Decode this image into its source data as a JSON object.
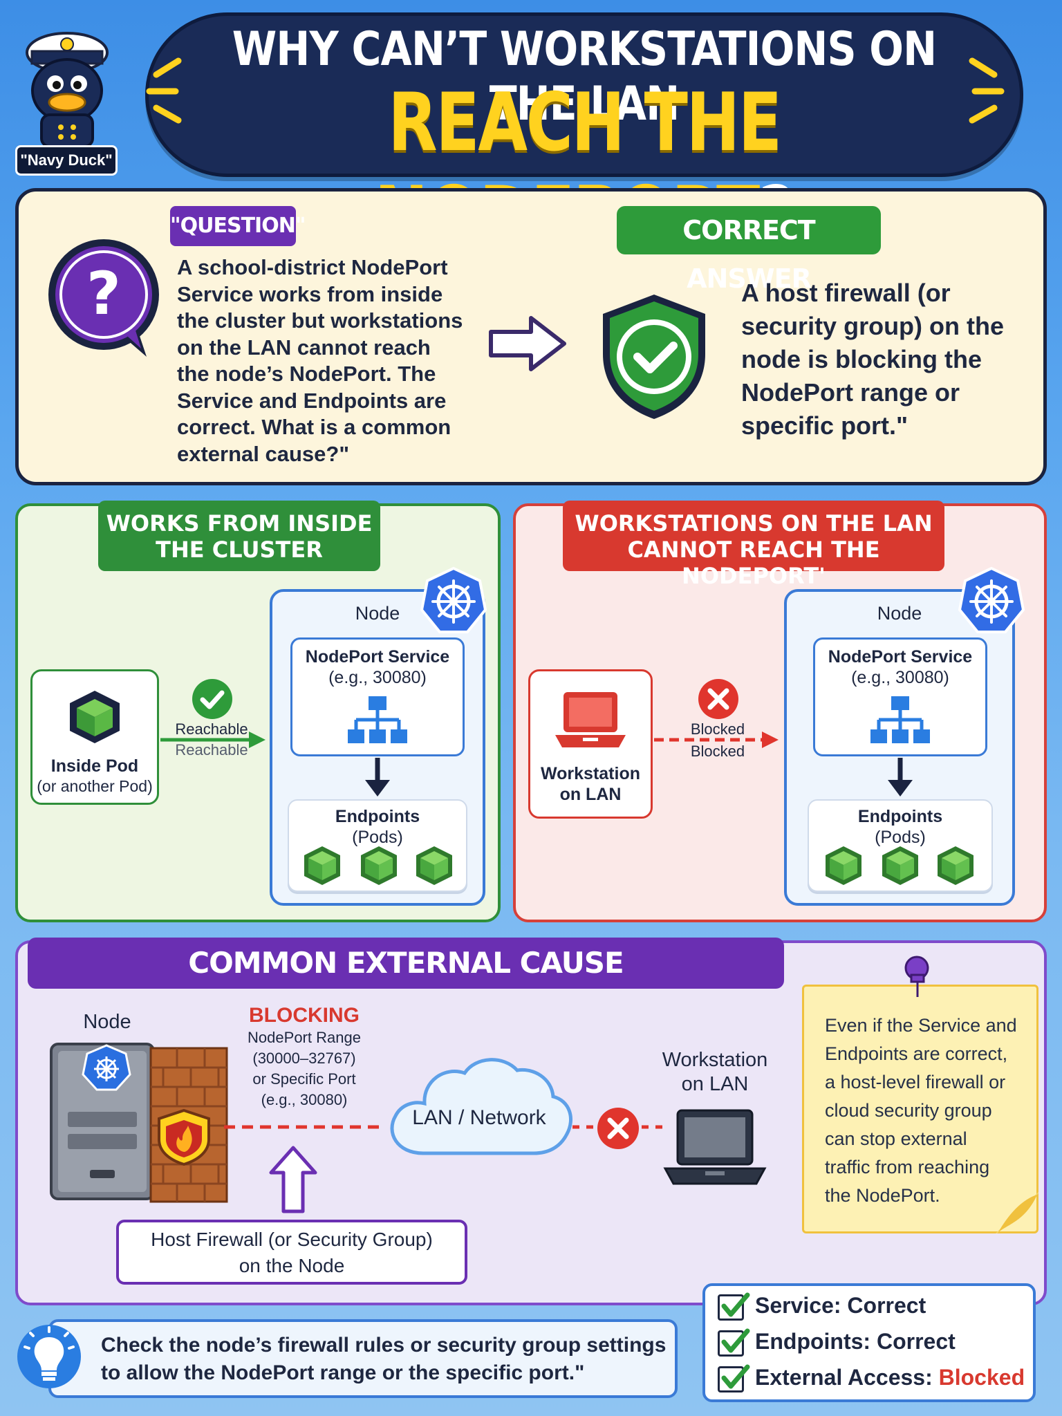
{
  "header": {
    "title_line1": "WHY CAN’T WORKSTATIONS ON THE LAN",
    "title_line2": "REACH THE NODEPORT",
    "title_q": "?",
    "mascot_label": "\"Navy Duck\""
  },
  "question": {
    "badge": "\"QUESTION\"",
    "text": "A school-district NodePort Service works from inside the cluster but workstations on the LAN cannot reach the node’s NodePort. The Service and Endpoints are correct. What is a common external cause?\"",
    "icon": "question-bubble-icon"
  },
  "answer": {
    "badge": "CORRECT ANSWER",
    "text": "A host firewall (or security group) on the node is blocking the NodePort range or specific port.\"",
    "icon": "shield-check-icon"
  },
  "left_scene": {
    "header_line1": "WORKS FROM INSIDE",
    "header_line2": "THE CLUSTER",
    "pod_line1": "Inside Pod",
    "pod_line2": "(or another Pod)",
    "arrow_label1": "Reachable",
    "arrow_label2": "Reachable",
    "node_title": "Node",
    "service_line1": "NodePort Service",
    "service_line2": "(e.g., 30080)",
    "endpoints_line1": "Endpoints",
    "endpoints_line2": "(Pods)"
  },
  "right_scene": {
    "header_line1": "WORKSTATIONS ON THE LAN",
    "header_line2": "CANNOT REACH THE NODEPORT'",
    "ws_line1": "Workstation",
    "ws_line2": "on LAN",
    "arrow_label1": "Blocked",
    "arrow_label2": "Blocked",
    "node_title": "Node",
    "service_line1": "NodePort Service",
    "service_line2": "(e.g., 30080)",
    "endpoints_line1": "Endpoints",
    "endpoints_line2": "(Pods)"
  },
  "cause": {
    "header": "COMMON EXTERNAL CAUSE",
    "node_label": "Node",
    "blocking": "BLOCKING",
    "blocking_line1": "NodePort Range",
    "blocking_line2": "(30000–32767)",
    "blocking_line3": "or Specific Port",
    "blocking_line4": "(e.g., 30080)",
    "cloud_label": "LAN / Network",
    "ws_line1": "Workstation",
    "ws_line2": "on LAN",
    "firewall_line1": "Host Firewall (or Security Group)",
    "firewall_line2": "on the Node",
    "note": "Even if the Service and Endpoints are correct, a host-level firewall or cloud security group can stop external traffic from reaching the NodePort."
  },
  "tip": {
    "text": "Check the node’s firewall rules or security group settings to allow the NodePort range or the specific port.\""
  },
  "checklist": {
    "item1": "Service: Correct",
    "item2": "Endpoints: Correct",
    "item3_prefix": "External Access: ",
    "item3_status": "Blocked"
  },
  "colors": {
    "navy": "#1a2b57",
    "yellow": "#ffd21f",
    "green": "#2f8f3a",
    "red": "#d8392f",
    "purple": "#6a2fb2",
    "blue": "#3a7ad6"
  }
}
